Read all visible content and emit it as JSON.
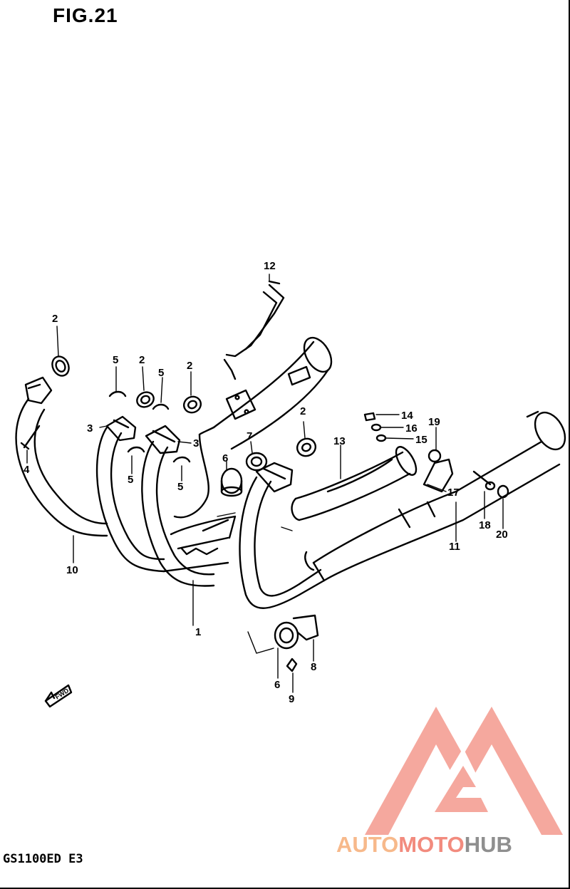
{
  "figure": {
    "title": "FIG.21",
    "model": "GS1100ED E3",
    "fwd_arrow_label": "FWD"
  },
  "callouts": [
    {
      "id": "c1",
      "label": "1"
    },
    {
      "id": "c2a",
      "label": "2"
    },
    {
      "id": "c2b",
      "label": "2"
    },
    {
      "id": "c2c",
      "label": "2"
    },
    {
      "id": "c2d",
      "label": "2"
    },
    {
      "id": "c3a",
      "label": "3"
    },
    {
      "id": "c3b",
      "label": "3"
    },
    {
      "id": "c4",
      "label": "4"
    },
    {
      "id": "c5a",
      "label": "5"
    },
    {
      "id": "c5b",
      "label": "5"
    },
    {
      "id": "c5c",
      "label": "5"
    },
    {
      "id": "c5d",
      "label": "5"
    },
    {
      "id": "c6a",
      "label": "6"
    },
    {
      "id": "c6b",
      "label": "6"
    },
    {
      "id": "c7",
      "label": "7"
    },
    {
      "id": "c8",
      "label": "8"
    },
    {
      "id": "c9",
      "label": "9"
    },
    {
      "id": "c10",
      "label": "10"
    },
    {
      "id": "c11",
      "label": "11"
    },
    {
      "id": "c12",
      "label": "12"
    },
    {
      "id": "c13",
      "label": "13"
    },
    {
      "id": "c14",
      "label": "14"
    },
    {
      "id": "c15",
      "label": "15"
    },
    {
      "id": "c16",
      "label": "16"
    },
    {
      "id": "c17",
      "label": "17"
    },
    {
      "id": "c18",
      "label": "18"
    },
    {
      "id": "c19",
      "label": "19"
    },
    {
      "id": "c20",
      "label": "20"
    }
  ],
  "watermark": {
    "text_part1": "AUTO",
    "text_part2": "MOTO",
    "text_part3": "HUB",
    "color_part1": "#f7b98b",
    "color_part2": "#f28b7e",
    "color_part3": "#8f8f8f",
    "logo_color": "#f28b7e"
  }
}
